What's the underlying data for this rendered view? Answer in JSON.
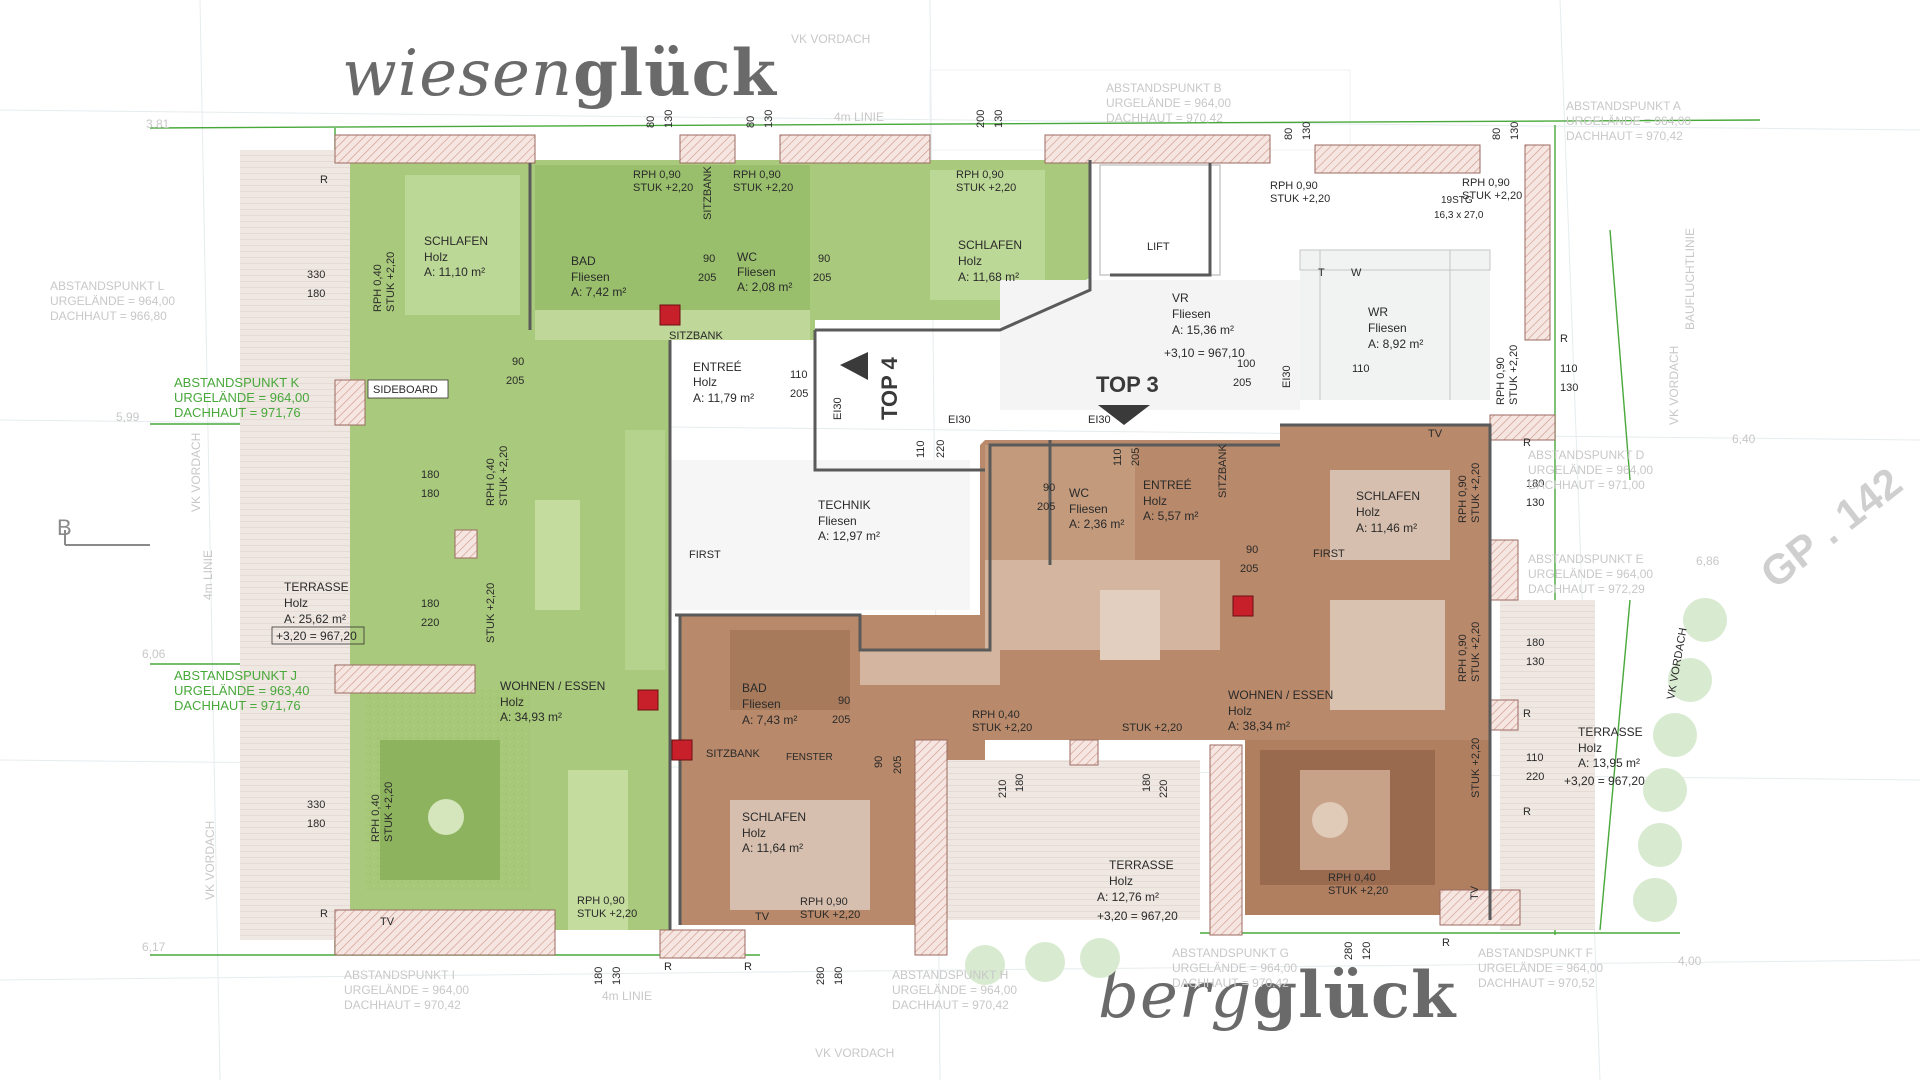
{
  "brand": {
    "left_light": "wiesen",
    "left_bold": "glück",
    "right_light": "berg",
    "right_bold": "glück"
  },
  "units": {
    "top4": "TOP 4",
    "top3": "TOP 3"
  },
  "colors": {
    "green_unit": "#a9c97c",
    "brown_unit": "#b8896a",
    "wall": "#f3e1dc",
    "wall_hatch": "#c98c80",
    "survey_line": "#48a83a"
  },
  "rooms": {
    "schlafen_w1": {
      "name": "SCHLAFEN",
      "floor": "Holz",
      "area": "A: 11,10 m²"
    },
    "bad_w": {
      "name": "BAD",
      "floor": "Fliesen",
      "area": "A: 7,42 m²"
    },
    "wc_w": {
      "name": "WC",
      "floor": "Fliesen",
      "area": "A: 2,08 m²"
    },
    "schlafen_w2": {
      "name": "SCHLAFEN",
      "floor": "Holz",
      "area": "A: 11,68 m²"
    },
    "entree_w": {
      "name": "ENTREÉ",
      "floor": "Holz",
      "area": "A: 11,79 m²"
    },
    "terrasse_w": {
      "name": "TERRASSE",
      "floor": "Holz",
      "area": "A: 25,62 m²",
      "level": "+3,20 = 967,20"
    },
    "wohnen_w": {
      "name": "WOHNEN / ESSEN",
      "floor": "Holz",
      "area": "A: 34,93 m²"
    },
    "vr": {
      "name": "VR",
      "floor": "Fliesen",
      "area": "A: 15,36 m²",
      "level": "+3,10 = 967,10"
    },
    "wr": {
      "name": "WR",
      "floor": "Fliesen",
      "area": "A: 8,92 m²"
    },
    "technik": {
      "name": "TECHNIK",
      "floor": "Fliesen",
      "area": "A: 12,97 m²"
    },
    "wc_b": {
      "name": "WC",
      "floor": "Fliesen",
      "area": "A: 2,36 m²"
    },
    "entree_b": {
      "name": "ENTREÉ",
      "floor": "Holz",
      "area": "A: 5,57 m²"
    },
    "schlafen_b1": {
      "name": "SCHLAFEN",
      "floor": "Holz",
      "area": "A: 11,46 m²"
    },
    "bad_b": {
      "name": "BAD",
      "floor": "Fliesen",
      "area": "A: 7,43 m²"
    },
    "wohnen_b": {
      "name": "WOHNEN / ESSEN",
      "floor": "Holz",
      "area": "A: 38,34 m²"
    },
    "schlafen_b2": {
      "name": "SCHLAFEN",
      "floor": "Holz",
      "area": "A: 11,64 m²"
    },
    "terrasse_b1": {
      "name": "TERRASSE",
      "floor": "Holz",
      "area": "A: 12,76 m²",
      "level": "+3,20 = 967,20"
    },
    "terrasse_b2": {
      "name": "TERRASSE",
      "floor": "Holz",
      "area": "A: 13,95 m²",
      "level": "+3,20 = 967,20"
    }
  },
  "labels": {
    "lift": "LIFT",
    "sideboard": "SIDEBOARD",
    "sitzbank": "SITZBANK",
    "first": "FIRST",
    "fenster": "FENSTER",
    "tv": "TV",
    "vk_vordach": "VK VORDACH",
    "four_m_linie": "4m LINIE",
    "bauflucht": "BAUFLUCHTLINIE",
    "gp": "GP . 142",
    "section_b": "B",
    "t": "T",
    "w": "W",
    "el30": "EI30",
    "r": "R",
    "stg": "19STG",
    "stg_dim": "16,3 x 27,0"
  },
  "openings": {
    "rph_090": "RPH 0,90",
    "rph_040": "RPH 0,40",
    "stuk_220": "STUK +2,20",
    "stuk_only": "STUK +2,20"
  },
  "dims": {
    "d330": "330",
    "d180": "180",
    "d90": "90",
    "d205": "205",
    "d110": "110",
    "d130": "130",
    "d220": "220",
    "d100": "100",
    "d80": "80",
    "d210": "210",
    "d200": "200",
    "d280": "280",
    "d120": "120",
    "d381": "3,81",
    "d599": "5,99",
    "d606": "6,06",
    "d617": "6,17",
    "d640": "6,40",
    "d686": "6,86",
    "d400": "4,00"
  },
  "abstand": {
    "k": {
      "title": "ABSTANDSPUNKT K",
      "urg": "URGELÄNDE = 964,00",
      "dach": "DACHHAUT = 971,76"
    },
    "j": {
      "title": "ABSTANDSPUNKT J",
      "urg": "URGELÄNDE = 963,40",
      "dach": "DACHHAUT = 971,76"
    },
    "l": {
      "title": "ABSTANDSPUNKT L",
      "urg": "URGELÄNDE = 964,00",
      "dach": "DACHHAUT = 966,80"
    },
    "b": {
      "title": "ABSTANDSPUNKT B",
      "urg": "URGELÄNDE = 964,00",
      "dach": "DACHHAUT = 970,42"
    },
    "a": {
      "title": "ABSTANDSPUNKT A",
      "urg": "URGELÄNDE = 964,00",
      "dach": "DACHHAUT = 970,42"
    },
    "d": {
      "title": "ABSTANDSPUNKT D",
      "urg": "URGELÄNDE = 964,00",
      "dach": "DACHHAUT = 971,00"
    },
    "e": {
      "title": "ABSTANDSPUNKT E",
      "urg": "URGELÄNDE = 964,00",
      "dach": "DACHHAUT = 972,29"
    },
    "f": {
      "title": "ABSTANDSPUNKT F",
      "urg": "URGELÄNDE = 964,00",
      "dach": "DACHHAUT = 970,52"
    },
    "g": {
      "title": "ABSTANDSPUNKT G",
      "urg": "URGELÄNDE = 964,00",
      "dach": "DACHHAUT = 970,42"
    },
    "h": {
      "title": "ABSTANDSPUNKT H",
      "urg": "URGELÄNDE = 964,00",
      "dach": "DACHHAUT = 970,42"
    },
    "i": {
      "title": "ABSTANDSPUNKT I",
      "urg": "URGELÄNDE = 964,00",
      "dach": "DACHHAUT = 970,42"
    }
  }
}
